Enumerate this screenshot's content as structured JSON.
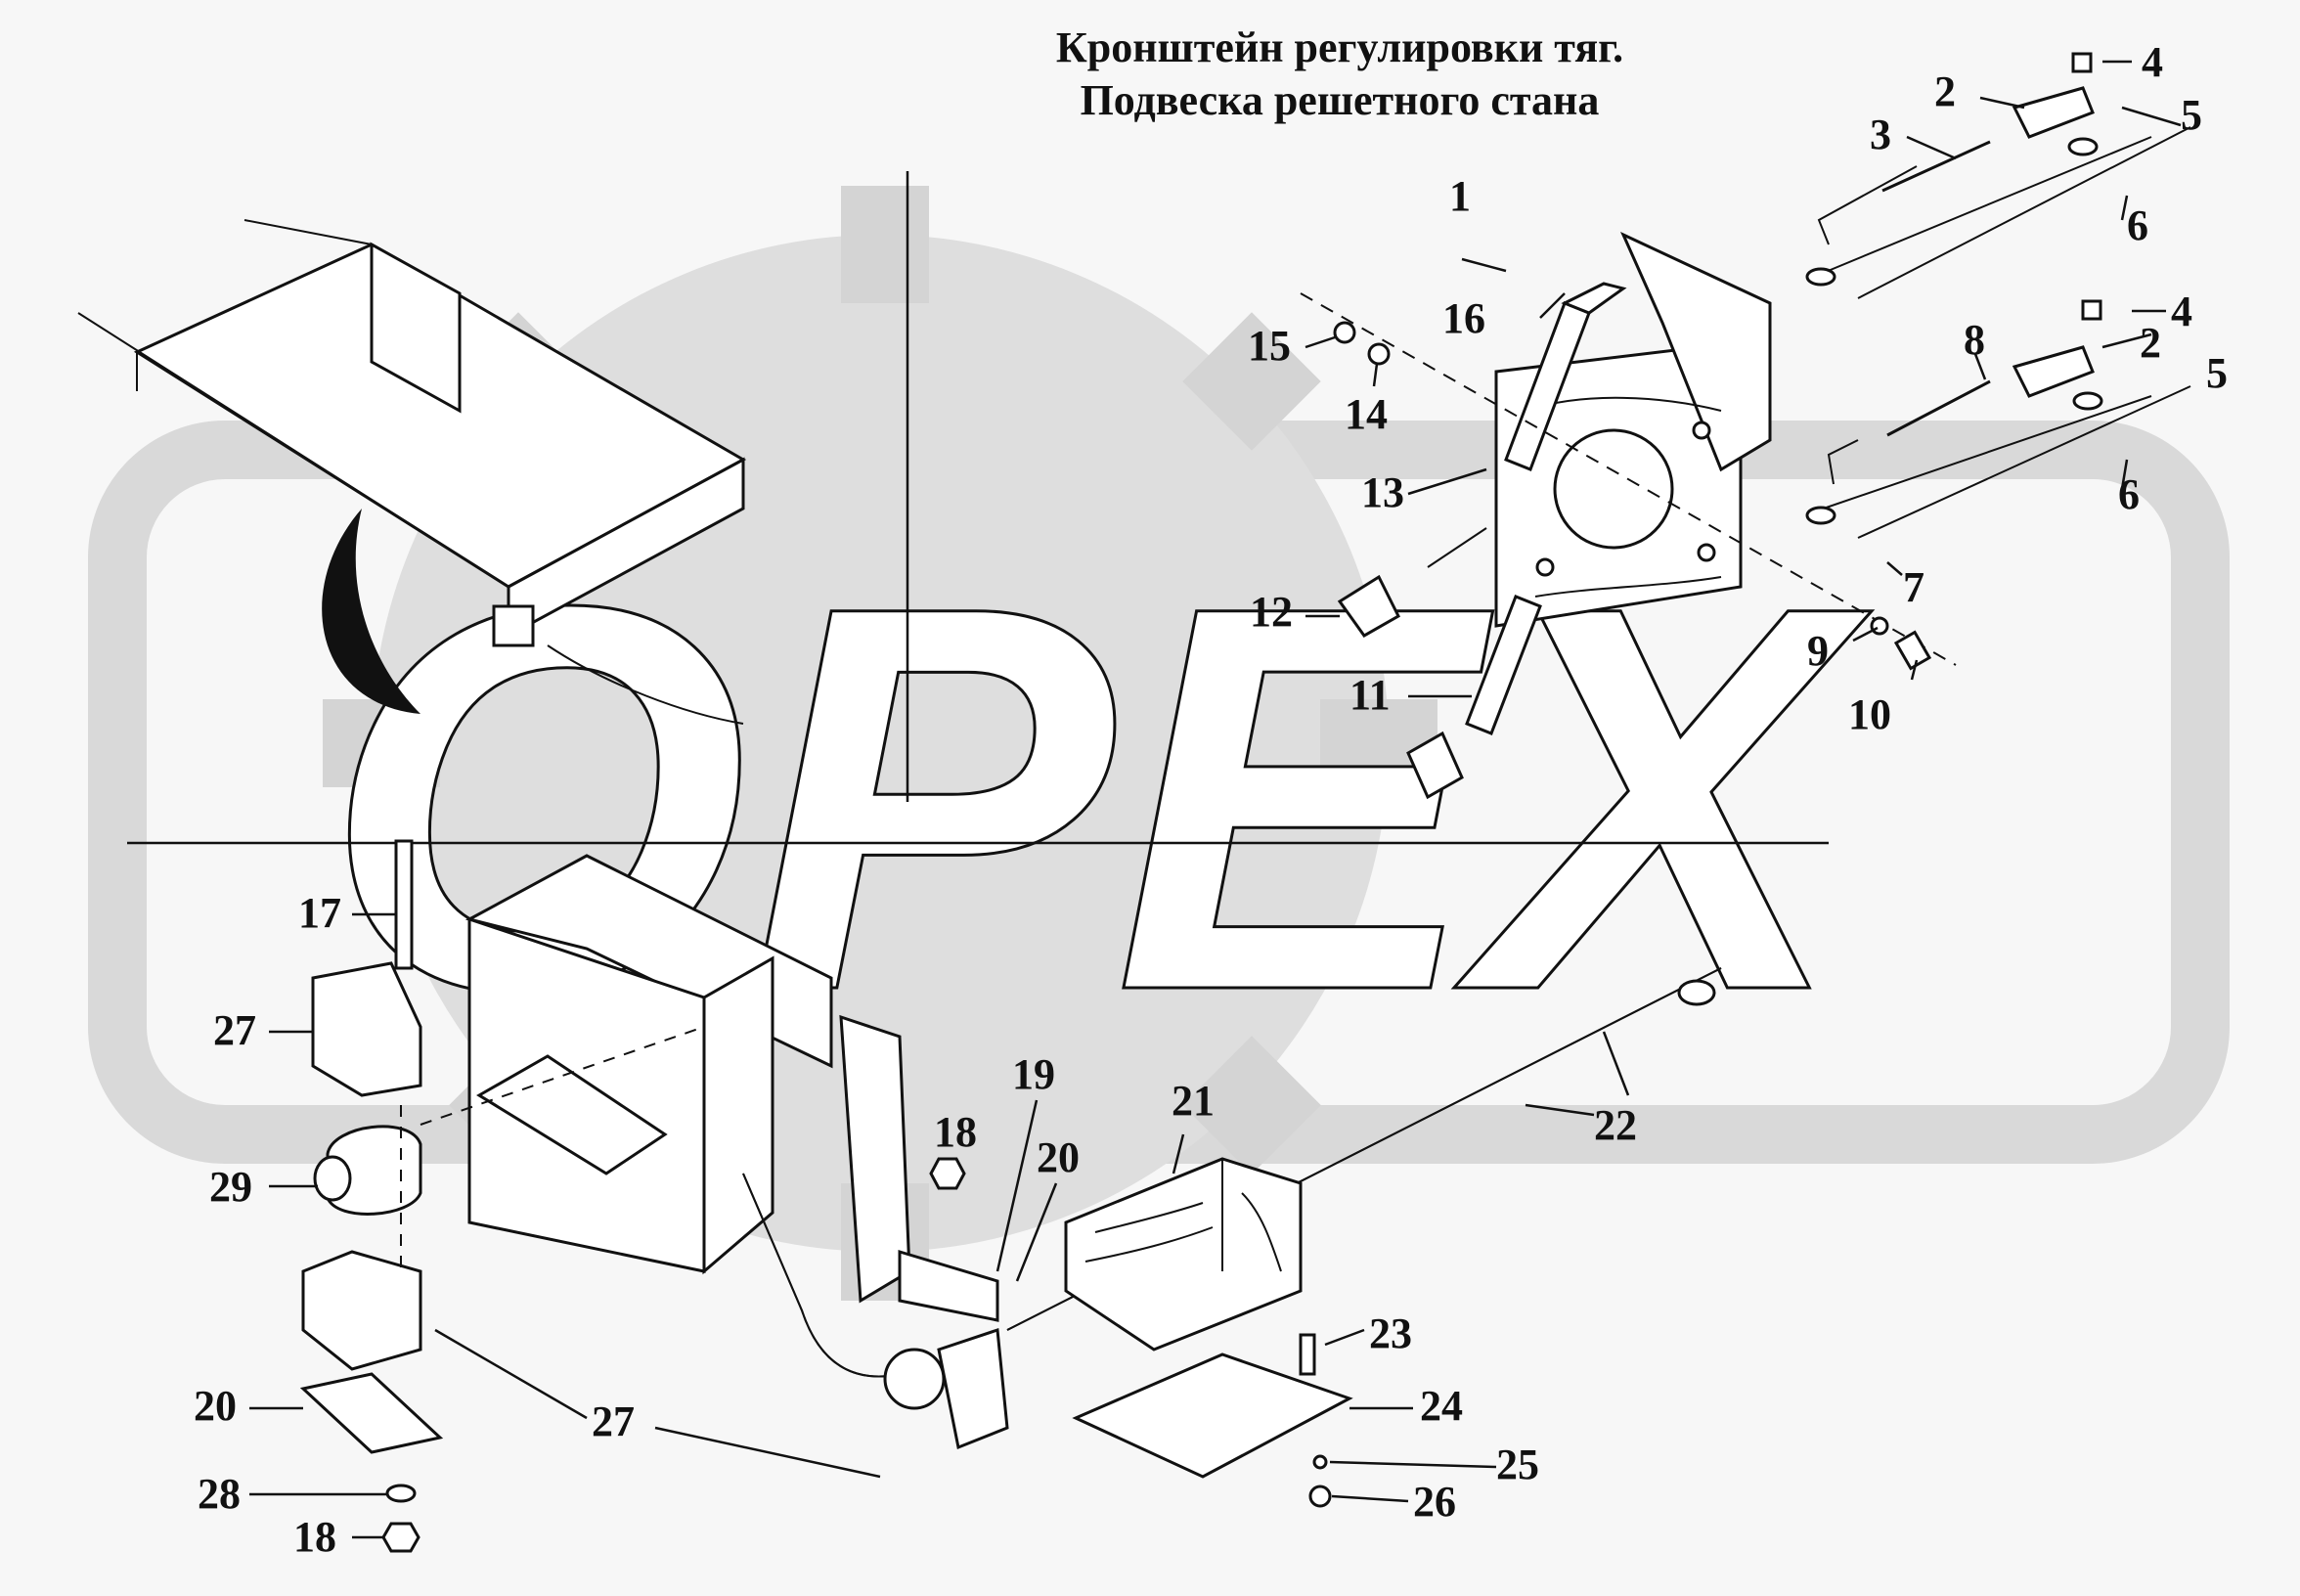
{
  "title": {
    "line1": "Кронштейн регулировки тяг.",
    "line2": "Подвеска решетного стана"
  },
  "watermark": {
    "text": "OPEX",
    "color": "#d6d6d6"
  },
  "callouts": [
    "1",
    "2",
    "3",
    "4",
    "5",
    "6",
    "7",
    "8",
    "9",
    "10",
    "11",
    "12",
    "13",
    "14",
    "15",
    "16",
    "17",
    "18",
    "19",
    "20",
    "21",
    "22",
    "23",
    "24",
    "25",
    "26",
    "27",
    "28",
    "29"
  ],
  "labels": [
    {
      "text": "1"
    },
    {
      "text": "2"
    },
    {
      "text": "3"
    },
    {
      "text": "4"
    },
    {
      "text": "5"
    },
    {
      "text": "6"
    },
    {
      "text": "4"
    },
    {
      "text": "2"
    },
    {
      "text": "8"
    },
    {
      "text": "5"
    },
    {
      "text": "6"
    },
    {
      "text": "7"
    },
    {
      "text": "16"
    },
    {
      "text": "15"
    },
    {
      "text": "14"
    },
    {
      "text": "13"
    },
    {
      "text": "12"
    },
    {
      "text": "11"
    },
    {
      "text": "9"
    },
    {
      "text": "10"
    },
    {
      "text": "17"
    },
    {
      "text": "27"
    },
    {
      "text": "29"
    },
    {
      "text": "20"
    },
    {
      "text": "28"
    },
    {
      "text": "18"
    },
    {
      "text": "27"
    },
    {
      "text": "18"
    },
    {
      "text": "19"
    },
    {
      "text": "20"
    },
    {
      "text": "21"
    },
    {
      "text": "22"
    },
    {
      "text": "23"
    },
    {
      "text": "24"
    },
    {
      "text": "25"
    },
    {
      "text": "26"
    }
  ]
}
